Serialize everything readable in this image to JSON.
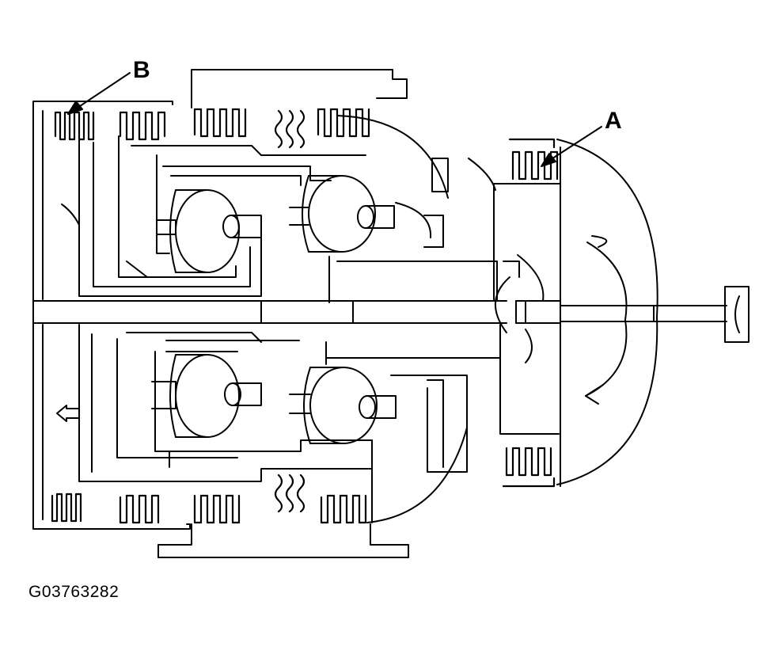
{
  "callouts": {
    "a": "A",
    "b": "B"
  },
  "figure_id": "G03763282",
  "colors": {
    "line": "#000000",
    "background": "#ffffff"
  }
}
